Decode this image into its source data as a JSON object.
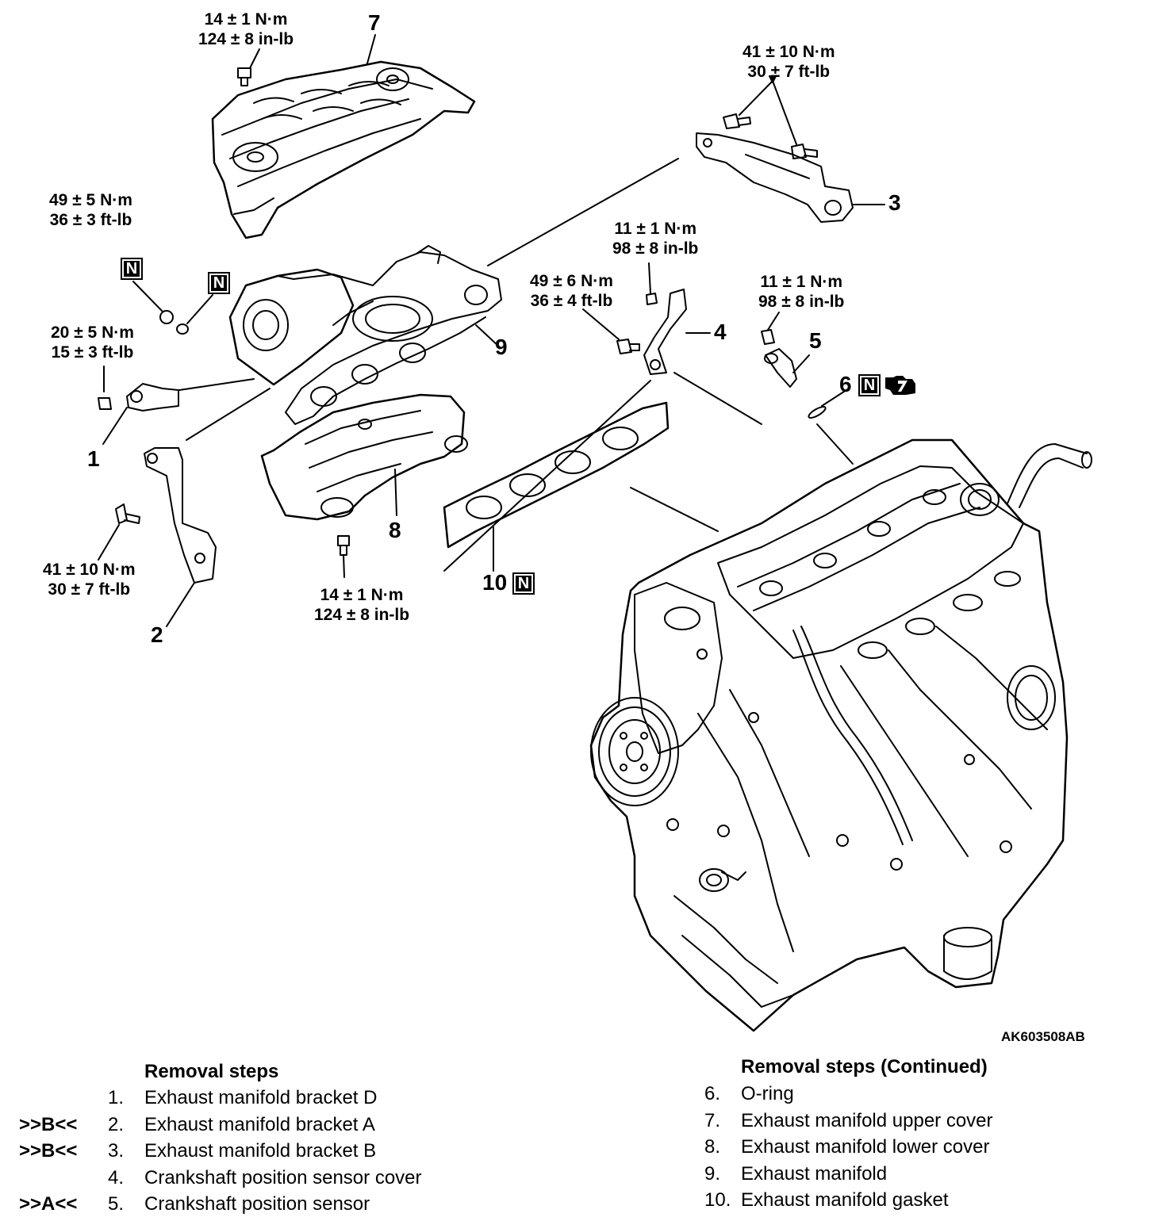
{
  "figure_id": "AK603508AB",
  "torque_specs": [
    {
      "metric": "14 ± 1 N·m",
      "imperial": "124 ± 8 in-lb"
    },
    {
      "metric": "41 ± 10 N·m",
      "imperial": "30 ± 7 ft-lb"
    },
    {
      "metric": "49 ± 5 N·m",
      "imperial": "36 ± 3 ft-lb"
    },
    {
      "metric": "11 ± 1 N·m",
      "imperial": "98 ± 8 in-lb"
    },
    {
      "metric": "49 ± 6 N·m",
      "imperial": "36 ± 4 ft-lb"
    },
    {
      "metric": "11 ± 1 N·m",
      "imperial": "98 ± 8 in-lb"
    },
    {
      "metric": "20 ± 5 N·m",
      "imperial": "15 ± 3 ft-lb"
    },
    {
      "metric": "41 ± 10 N·m",
      "imperial": "30 ± 7 ft-lb"
    },
    {
      "metric": "14 ± 1 N·m",
      "imperial": "124 ± 8 in-lb"
    }
  ],
  "callouts": [
    "1",
    "2",
    "3",
    "4",
    "5",
    "6",
    "7",
    "8",
    "9",
    "10"
  ],
  "new_part_symbol": "N",
  "removal_steps": {
    "title": "Removal steps",
    "continued_title": "Removal steps (Continued)",
    "items": [
      {
        "ref": "",
        "num": "1.",
        "label": "Exhaust manifold bracket D"
      },
      {
        "ref": ">>B<<",
        "num": "2.",
        "label": "Exhaust manifold bracket A"
      },
      {
        "ref": ">>B<<",
        "num": "3.",
        "label": "Exhaust manifold bracket B"
      },
      {
        "ref": "",
        "num": "4.",
        "label": "Crankshaft position sensor cover"
      },
      {
        "ref": ">>A<<",
        "num": "5.",
        "label": "Crankshaft position sensor"
      },
      {
        "ref": "",
        "num": "6.",
        "label": "O-ring"
      },
      {
        "ref": "",
        "num": "7.",
        "label": "Exhaust manifold upper cover"
      },
      {
        "ref": "",
        "num": "8.",
        "label": "Exhaust manifold lower cover"
      },
      {
        "ref": "",
        "num": "9.",
        "label": "Exhaust manifold"
      },
      {
        "ref": "",
        "num": "10.",
        "label": "Exhaust manifold gasket"
      }
    ]
  }
}
